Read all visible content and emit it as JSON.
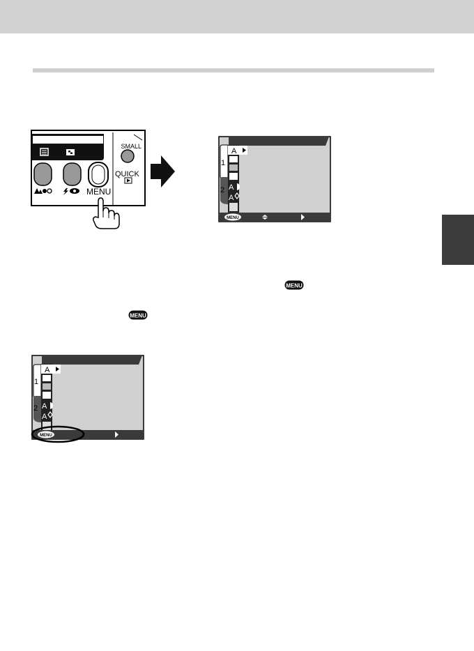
{
  "camera_back": {
    "small_label": "SMALL",
    "quick_label": "QUICK",
    "menu_label": "MENU"
  },
  "menu_screen": {
    "tab1": "1",
    "tab2": "2",
    "row_a": "A",
    "row_ao1": "A",
    "row_ao2": "A",
    "footer_menu": "MENU"
  },
  "inline_icons": {
    "menu_icon_1": "MENU",
    "menu_icon_2": "MENU"
  },
  "colors": {
    "band": "#d2d2d2",
    "rule": "#cfcfcf",
    "tab": "#3b3b3b",
    "screen_bg": "#d0d0d0",
    "dark": "#3a3a3a"
  }
}
